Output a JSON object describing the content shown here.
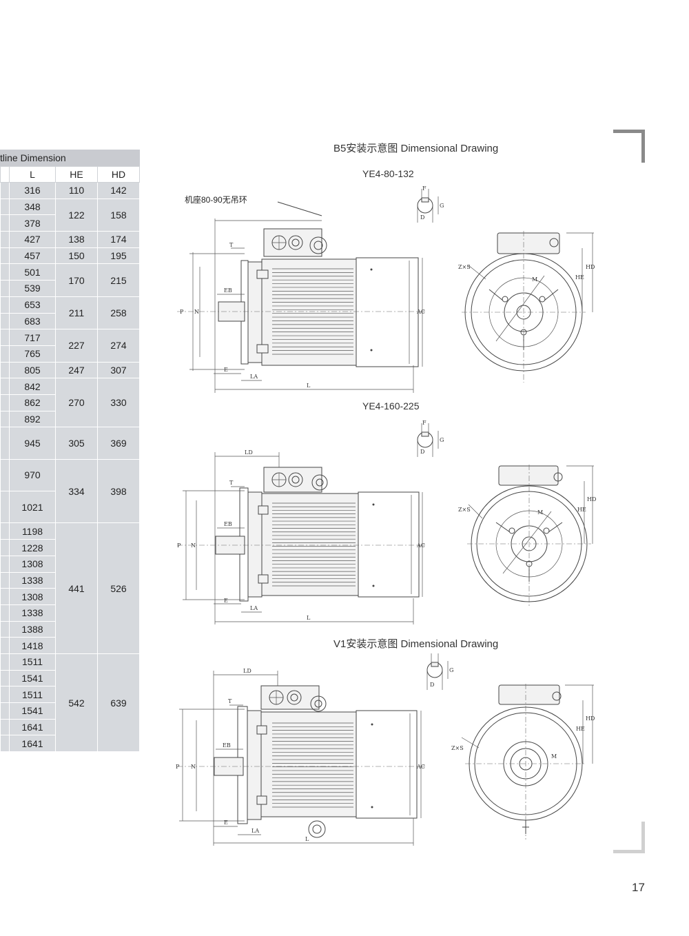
{
  "table": {
    "title": "tline Dimension",
    "columns": [
      "L",
      "HE",
      "HD"
    ],
    "rows": [
      {
        "L": "316",
        "HE": "110",
        "HD": "142",
        "h": 1,
        "span": 1
      },
      {
        "L": "348",
        "HE": "122",
        "HD": "158",
        "h": 1,
        "span": 2
      },
      {
        "L": "378",
        "h": 1
      },
      {
        "L": "427",
        "HE": "138",
        "HD": "174",
        "h": 1,
        "span": 1
      },
      {
        "L": "457",
        "HE": "150",
        "HD": "195",
        "h": 1,
        "span": 1
      },
      {
        "L": "501",
        "HE": "170",
        "HD": "215",
        "h": 1,
        "span": 2
      },
      {
        "L": "539",
        "h": 1
      },
      {
        "L": "653",
        "HE": "211",
        "HD": "258",
        "h": 1,
        "span": 2
      },
      {
        "L": "683",
        "h": 1
      },
      {
        "L": "717",
        "HE": "227",
        "HD": "274",
        "h": 1,
        "span": 2
      },
      {
        "L": "765",
        "h": 1
      },
      {
        "L": "805",
        "HE": "247",
        "HD": "307",
        "h": 1,
        "span": 1
      },
      {
        "L": "842",
        "HE": "270",
        "HD": "330",
        "h": 1,
        "span": 3
      },
      {
        "L": "862",
        "h": 1
      },
      {
        "L": "892",
        "h": 1
      },
      {
        "L": "945",
        "HE": "305",
        "HD": "369",
        "h": 2,
        "span": 1
      },
      {
        "L": "970",
        "HE": "334",
        "HD": "398",
        "h": 2,
        "span": 2
      },
      {
        "L": "1021",
        "h": 2
      },
      {
        "L": "1198",
        "HE": "441",
        "HD": "526",
        "h": 1,
        "span": 8
      },
      {
        "L": "1228",
        "h": 1
      },
      {
        "L": "1308",
        "h": 1
      },
      {
        "L": "1338",
        "h": 1
      },
      {
        "L": "1308",
        "h": 1
      },
      {
        "L": "1338",
        "h": 1
      },
      {
        "L": "1388",
        "h": 1
      },
      {
        "L": "1418",
        "h": 1
      },
      {
        "L": "1511",
        "HE": "542",
        "HD": "639",
        "h": 1,
        "span": 6
      },
      {
        "L": "1541",
        "h": 1
      },
      {
        "L": "1511",
        "h": 1
      },
      {
        "L": "1541",
        "h": 1
      },
      {
        "L": "1641",
        "h": 1
      },
      {
        "L": "1641",
        "h": 1
      }
    ]
  },
  "titles": {
    "b5": "B5安装示意图 Dimensional Drawing",
    "ye4_80_132": "YE4-80-132",
    "ye4_160_225": "YE4-160-225",
    "v1": "V1安装示意图 Dimensional Drawing"
  },
  "note": "机座80-90无吊环",
  "labels": {
    "T": "T",
    "EB": "EB",
    "E": "E",
    "LA": "LA",
    "L": "L",
    "P": "P",
    "N": "N",
    "AC": "AC",
    "LD": "LD",
    "F": "F",
    "G": "G",
    "D": "D",
    "S": "Z×S",
    "M": "M",
    "HE": "HE",
    "HD": "HD"
  },
  "page_number": "17"
}
